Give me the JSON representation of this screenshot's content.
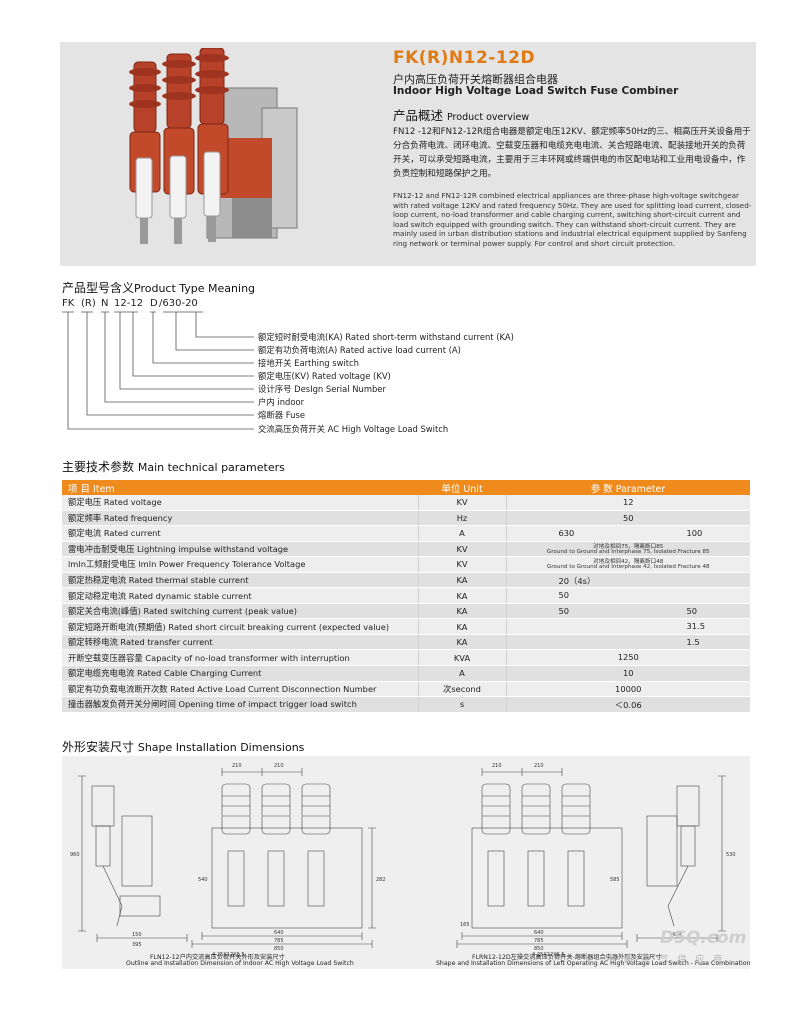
{
  "header": {
    "model": "FK(R)N12-12D",
    "name_cn": "户内高压负荷开关熔断器组合电器",
    "name_en": "Indoor High Voltage Load Switch Fuse Combiner",
    "overview_title_cn": "产品概述",
    "overview_title_en": "Product overview",
    "overview_cn": "FN12 -12和FN12-12R组合电器是额定电压12KV、额定频率50Hz的三、相高压开关设备用于分合负荷电流、闭环电流、空载变压器和电缆充电电流、关合短路电流、配装接地开关的负荷开关，可以承受短路电流，主要用于三丰环网或终端供电的市区配电站和工业用电设备中，作负责控制和短路保护之用。",
    "overview_en": "FN12-12 and FN12-12R combined electrical appliances are three-phase high-voltage switchgear with rated voltage 12KV and rated frequency 50Hz. They are used for splitting load current, closed-loop current, no-load transformer and cable charging current, switching short-circuit current and load switch equipped with grounding switch. They can withstand short-circuit current. They are mainly used in urban distribution stations and industrial electrical equipment supplied by Sanfeng ring network or terminal power supply. For control and short circuit protection."
  },
  "type_meaning": {
    "title_cn": "产品型号含义",
    "title_en": "Product Type Meaning",
    "parts": [
      "FK",
      "(R)",
      "N",
      "12-12",
      "D",
      "/630-20"
    ],
    "labels": [
      "额定短时耐受电流(KA) Rated short-term withstand current (KA)",
      "额定有功负荷电流(A) Rated active load current (A)",
      "接地开关 Earthing switch",
      "额定电压(KV) Rated voltage (KV)",
      "设计序号 DesIgn Serial Number",
      "户内 indoor",
      "熔断器 Fuse",
      "交流高压负荷开关 AC High Voltage Load Switch"
    ]
  },
  "params": {
    "title_cn": "主要技术参数",
    "title_en": "Main technical parameters",
    "headers": [
      "项 目 Item",
      "单位 Unit",
      "参 数 Parameter"
    ],
    "rows": [
      {
        "item": "额定电压 Rated voltage",
        "unit": "KV",
        "v": "12"
      },
      {
        "item": "额定频率 Rated frequency",
        "unit": "Hz",
        "v": "50"
      },
      {
        "item": "额定电流 Rated current",
        "unit": "A",
        "a": "630",
        "b": "100"
      },
      {
        "item": "雷电冲击耐受电压 Lightning impulse withstand voltage",
        "unit": "KV",
        "s1": "对地及相间75，隔离断口85",
        "s2": "Ground to Ground and Interphase 75, Isolated Fracture 85"
      },
      {
        "item": "lmln工频耐受电压 lmln Power Frequency Tolerance Voltage",
        "unit": "KV",
        "s1": "对地及相间42，隔离断口48",
        "s2": "Ground to Ground and Interphase 42, Isolated Fracture 48"
      },
      {
        "item": "额定热稳定电流 Rated thermal stable current",
        "unit": "KA",
        "a": "20（4s）"
      },
      {
        "item": "额定动稳定电流 Rated dynamic stable current",
        "unit": "KA",
        "a": "50"
      },
      {
        "item": "额定关合电流(峰值) Rated switching current (peak value)",
        "unit": "KA",
        "a": "50",
        "b": "50"
      },
      {
        "item": "额定短路开断电流(预期值) Rated short circuit breaking current (expected value)",
        "unit": "KA",
        "b": "31.5"
      },
      {
        "item": "额定转移电流 Rated transfer current",
        "unit": "KA",
        "b": "1.5"
      },
      {
        "item": "开断空载变压器容量 Capacity of no-load transformer with interruption",
        "unit": "KVA",
        "v": "1250"
      },
      {
        "item": "额定电缆充电电流 Rated Cable Charging Current",
        "unit": "A",
        "v": "10"
      },
      {
        "item": "额定有功负载电流断开次数 Rated Active Load Current Disconnection Number",
        "unit": "次second",
        "v": "10000"
      },
      {
        "item": "撞击器触发负荷开关分闸时间 Opening time of impact trigger load switch",
        "unit": "s",
        "v": "＜0.06"
      }
    ]
  },
  "dimensions": {
    "title_cn": "外形安装尺寸",
    "title_en": "Shape Installation Dimensions",
    "cap1_cn": "FLN12-12户内交流高压负荷开关外形及安装尺寸",
    "cap1_en": "Outline and Installation Dimension of Indoor AC High Voltage Load Switch",
    "cap2_cn": "FLRN12-12D左操交流高压负荷开关-熔断器组合电器外形及安装尺寸",
    "cap2_en": "Shape and Installation Dimensions of Left Operating AC High Voltage Load Switch - Fuse Combination",
    "left_dims": [
      "210",
      "210",
      "282",
      "960",
      "540",
      "640",
      "785",
      "850",
      "395",
      "150",
      "4-25X12X6.5"
    ],
    "right_dims": [
      "210",
      "210",
      "585",
      "640",
      "785",
      "850",
      "165",
      "530",
      "429",
      "4-25X12X6.5"
    ]
  },
  "watermark": {
    "logo": "D5Q.com",
    "text": "中 国 电 气 供 应 商"
  }
}
